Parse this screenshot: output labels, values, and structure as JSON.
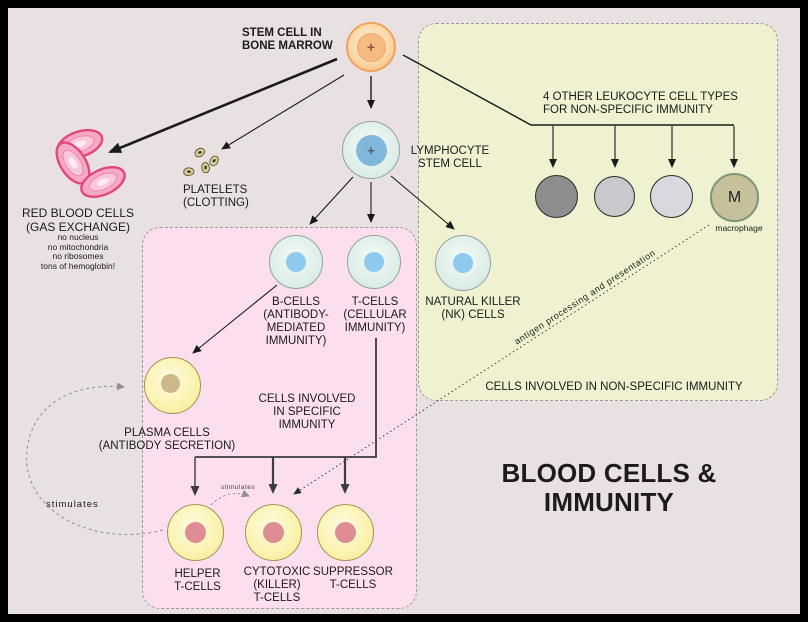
{
  "title": "BLOOD CELLS & IMMUNITY",
  "cells": {
    "stem_cell": {
      "label": "STEM CELL IN\nBONE MARROW",
      "nucleus_symbol": "+"
    },
    "lymphocyte_stem": {
      "label": "LYMPHOCYTE\nSTEM CELL",
      "nucleus_symbol": "+"
    },
    "red_blood_cells": {
      "label": "RED BLOOD CELLS\n(GAS EXCHANGE)",
      "notes": "no nucleus\nno mitochondria\nno ribosomes\ntons of hemoglobin!"
    },
    "platelets": {
      "label": "PLATELETS\n(CLOTTING)"
    },
    "b_cells": {
      "label": "B-CELLS\n(ANTIBODY-\nMEDIATED\nIMMUNITY)"
    },
    "t_cells": {
      "label": "T-CELLS\n(CELLULAR\nIMMUNITY)"
    },
    "nk_cells": {
      "label": "NATURAL KILLER\n(NK) CELLS"
    },
    "plasma_cells": {
      "label": "PLASMA CELLS\n(ANTIBODY SECRETION)"
    },
    "helper_t": {
      "label": "HELPER\nT-CELLS"
    },
    "cytotoxic_t": {
      "label": "CYTOTOXIC\n(KILLER)\nT-CELLS"
    },
    "suppressor_t": {
      "label": "SUPPRESSOR\nT-CELLS"
    },
    "macrophage": {
      "label": "macrophage",
      "symbol": "M"
    }
  },
  "groups": {
    "leukocyte_heading": "4 OTHER LEUKOCYTE CELL TYPES\nFOR NON-SPECIFIC IMMUNITY",
    "specific_box_label": "CELLS INVOLVED\nIN SPECIFIC\nIMMUNITY",
    "nonspecific_box_label": "CELLS INVOLVED IN NON-SPECIFIC IMMUNITY"
  },
  "annotations": {
    "stimulates_loop": "stimulates",
    "stimulates_small": "stimulates",
    "antigen_processing": "antigen processing and presentation"
  },
  "colors": {
    "background": "#e9e1e1",
    "frame": "#000000",
    "specific_box_fill": "#fcdfef",
    "nonspecific_box_fill": "#eff1d1",
    "stem_cell_fill": "#f9cb92",
    "blue_nucleus": "#8ecaf0",
    "yellow_cell_fill": "#faf3ae",
    "pink_nucleus": "#de8d94",
    "plasma_nucleus": "#cdb88e",
    "rbc_fill": "#f6a9c6",
    "rbc_outline": "#e2487b",
    "platelet_fill": "#dacf9c",
    "macrophage_fill": "#c7c19b",
    "leukocyte_fills": [
      "#8d8d8d",
      "#c9c9cd",
      "#d8d8de"
    ]
  }
}
